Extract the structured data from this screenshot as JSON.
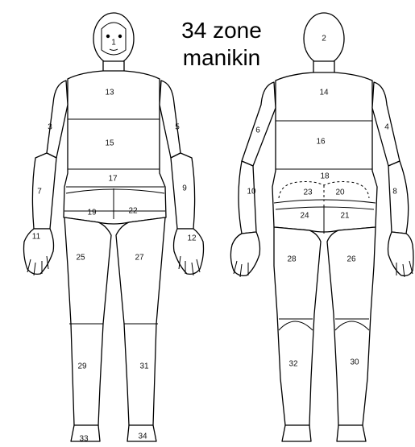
{
  "title_line1": "34 zone",
  "title_line2": "manikin",
  "front_zones": {
    "head": "1",
    "arm_upper_right": "3",
    "arm_upper_left": "5",
    "forearm_right": "7",
    "forearm_left": "9",
    "hand_right": "11",
    "hand_left": "12",
    "chest": "13",
    "abdomen": "15",
    "waist": "17",
    "hip_right": "19",
    "hip_left": "22",
    "thigh_right": "25",
    "thigh_left": "27",
    "shin_right": "29",
    "shin_left": "31",
    "foot_right": "33",
    "foot_left": "34"
  },
  "back_zones": {
    "head": "2",
    "upper_back": "14",
    "lower_back": "16",
    "waist": "18",
    "arm_upper_left": "6",
    "arm_upper_right": "4",
    "forearm_left": "10",
    "forearm_right": "8",
    "buttock_upper_left": "23",
    "buttock_upper_right": "20",
    "buttock_left": "24",
    "buttock_right": "21",
    "thigh_left": "28",
    "thigh_right": "26",
    "calf_left": "32",
    "calf_right": "30"
  }
}
